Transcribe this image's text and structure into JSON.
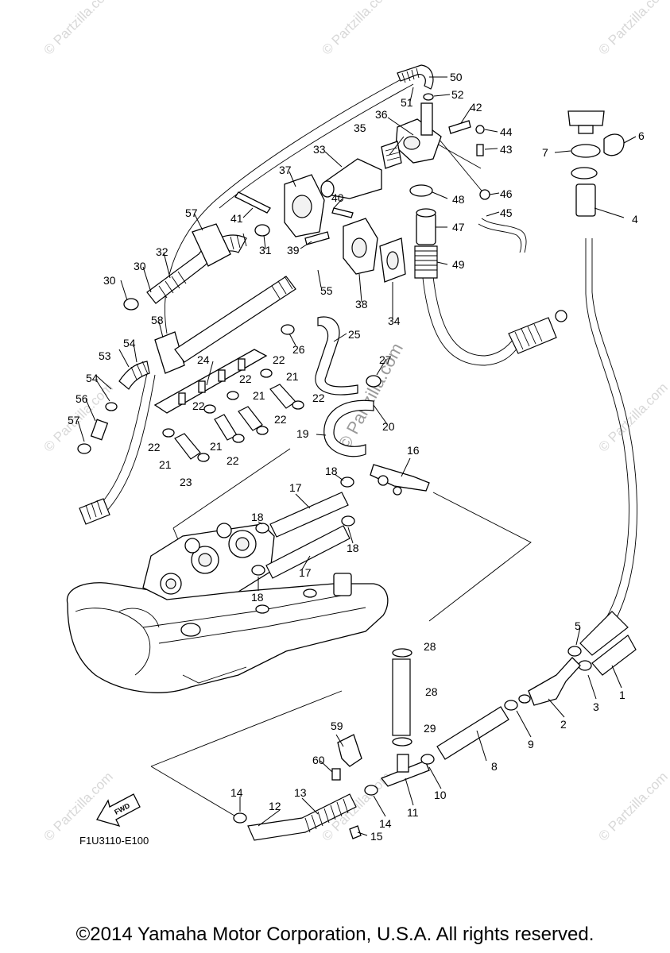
{
  "diagram": {
    "labels": [
      "1",
      "2",
      "3",
      "4",
      "5",
      "6",
      "7",
      "8",
      "9",
      "10",
      "11",
      "12",
      "13",
      "14",
      "14",
      "15",
      "16",
      "17",
      "17",
      "18",
      "18",
      "18",
      "18",
      "19",
      "20",
      "21",
      "21",
      "21",
      "21",
      "22",
      "22",
      "22",
      "22",
      "22",
      "22",
      "22",
      "23",
      "24",
      "25",
      "26",
      "27",
      "28",
      "28",
      "29",
      "30",
      "30",
      "31",
      "32",
      "33",
      "34",
      "35",
      "36",
      "37",
      "38",
      "39",
      "40",
      "41",
      "42",
      "43",
      "44",
      "45",
      "46",
      "47",
      "48",
      "49",
      "50",
      "51",
      "52",
      "53",
      "54",
      "54",
      "55",
      "56",
      "57",
      "57",
      "58",
      "59",
      "60"
    ],
    "drawing_code": "F1U3110-E100",
    "fwd_label": "FWD",
    "watermark": "© Partzilla.com",
    "watermark_main": "© Partzilla.com"
  },
  "footer": {
    "copyright": "©2014 Yamaha Motor Corporation, U.S.A. All rights reserved."
  }
}
